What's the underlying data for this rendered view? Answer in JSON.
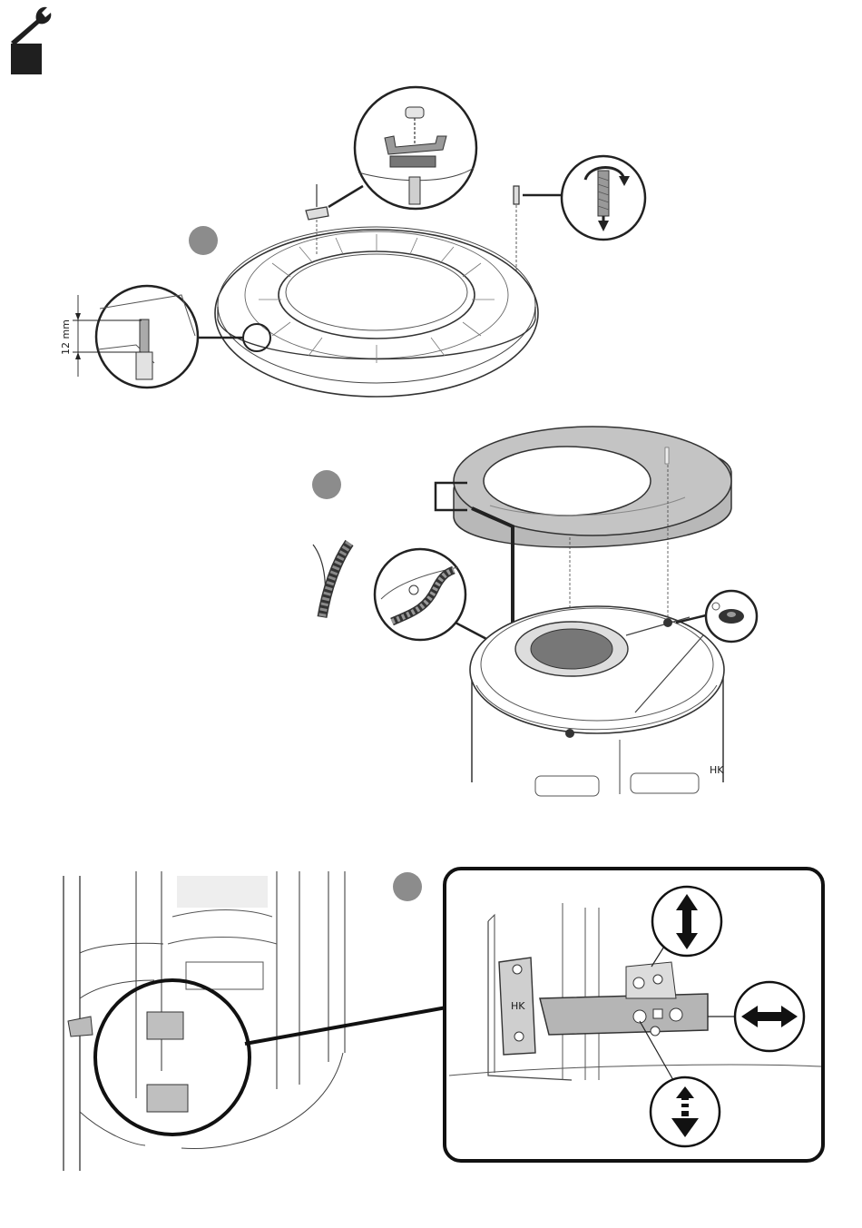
{
  "header": {
    "tool_icon": "wrench-icon",
    "marker_color": "#1f1f1f"
  },
  "steps": [
    {
      "badge_color": "#8c8c8c"
    },
    {
      "badge_color": "#8c8c8c"
    },
    {
      "badge_color": "#8c8c8c"
    }
  ],
  "step1": {
    "dimension_label": "12 mm",
    "rotate_icon": "rotate-arrow-icon"
  },
  "step2": {
    "top_plate_color": "#b8b8b8"
  },
  "step3": {
    "hinge_mark": "HK",
    "body_mark": "HK",
    "adjust_icons": [
      "vertical-adjust-icon",
      "horizontal-adjust-icon",
      "depth-adjust-icon"
    ]
  }
}
